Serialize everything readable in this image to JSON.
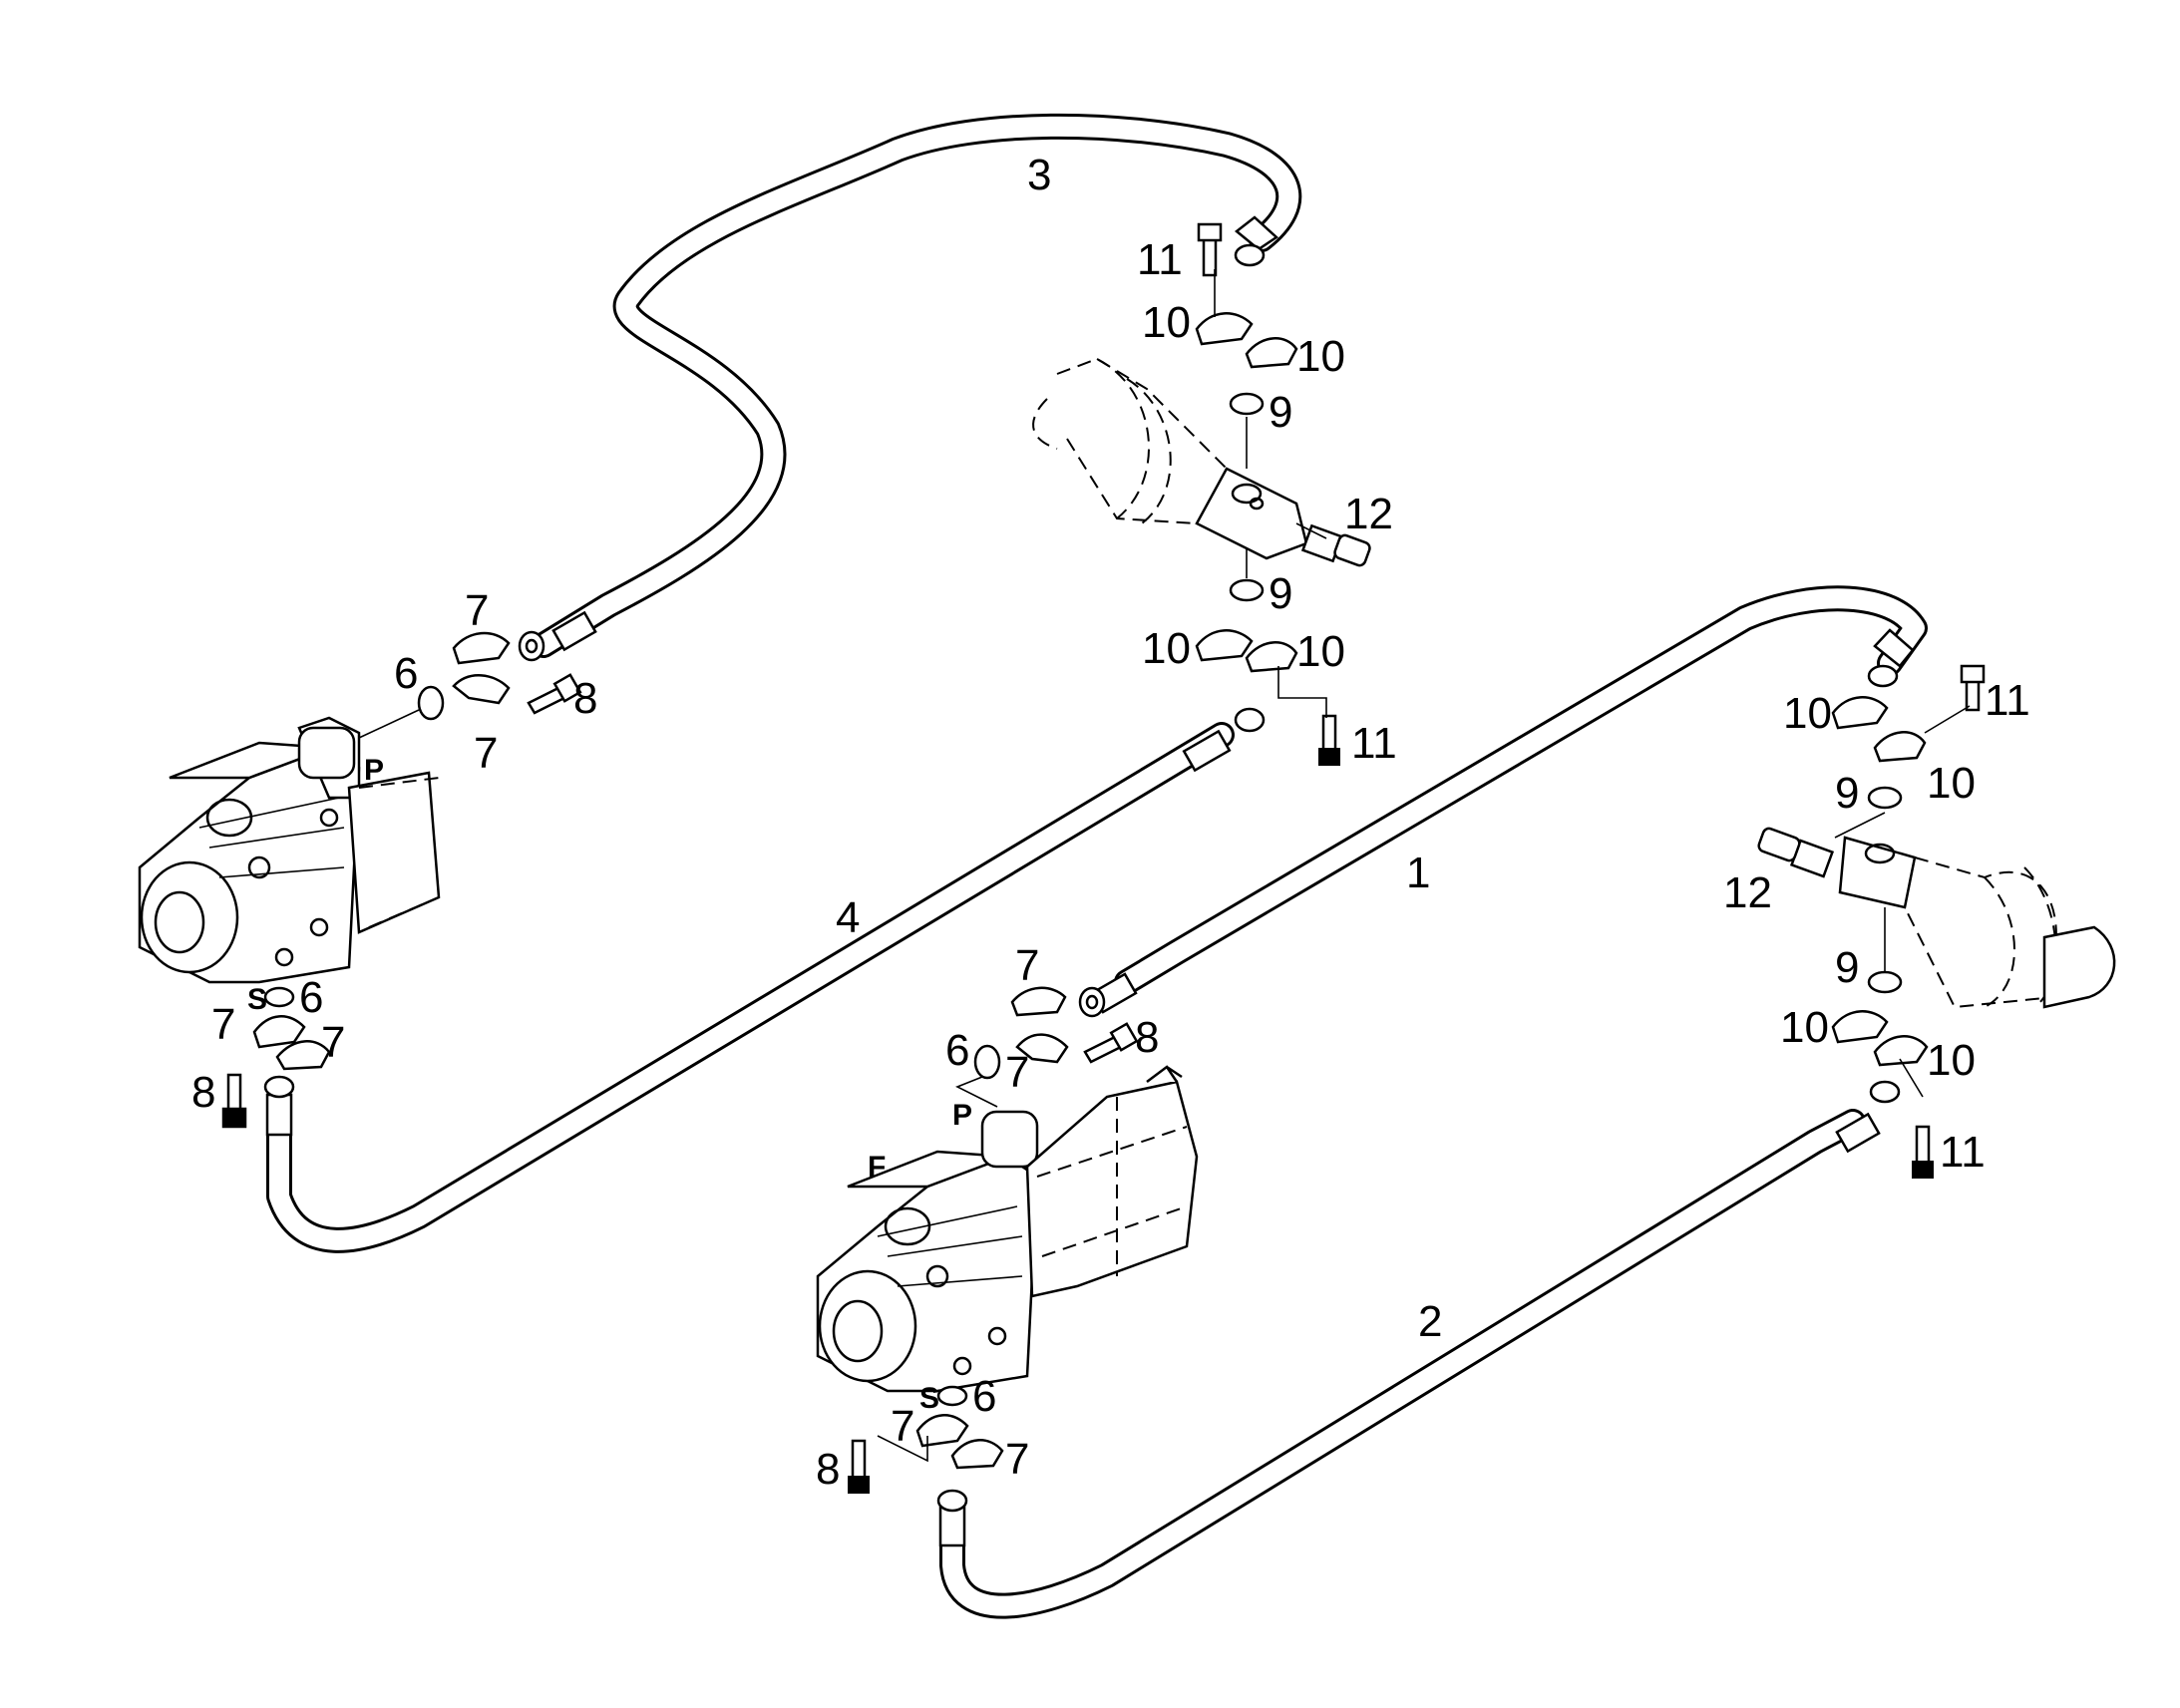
{
  "callouts": {
    "hose_1": "1",
    "hose_2": "2",
    "hose_3": "3",
    "hose_4": "4",
    "oring_6": "6",
    "clamp_7": "7",
    "bolt_8": "8",
    "oring_9": "9",
    "clamp_10": "10",
    "bolt_11": "11",
    "sensor_12": "12"
  },
  "port_labels": {
    "pressure": "P",
    "suction": "S",
    "feed": "F"
  },
  "colors": {
    "line": "#000000",
    "background": "#ffffff"
  }
}
